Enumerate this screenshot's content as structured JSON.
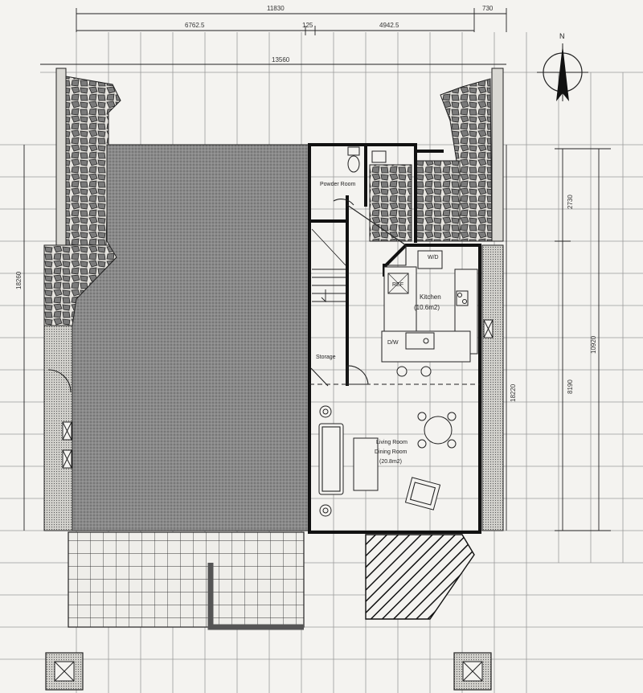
{
  "dimensions": {
    "overall_top": "11830",
    "right_extension": "730",
    "left_segment": "6762.5",
    "middle_segment": "125",
    "right_segment": "4942.5",
    "overall_inner": "13560",
    "left_side": "18260",
    "right_inner": "18220",
    "right_overall": "10920",
    "right_upper": "2730",
    "right_lower": "8190"
  },
  "compass": {
    "north_label": "N"
  },
  "rooms": {
    "powder_room": "Powder Room",
    "kitchen": "Kitchen",
    "kitchen_area": "(10.6m2)",
    "refrigerator": "REF",
    "washer": "W/D",
    "dishwasher": "D/W",
    "storage": "Storage",
    "living_room": "Living Room",
    "dining_room": "Dining Room",
    "living_area": "(20.8m2)"
  },
  "colors": {
    "wall": "#111111",
    "grid": "#9a9a9a",
    "dark_area": "#7c7c7c",
    "paper": "#f4f3f0"
  }
}
